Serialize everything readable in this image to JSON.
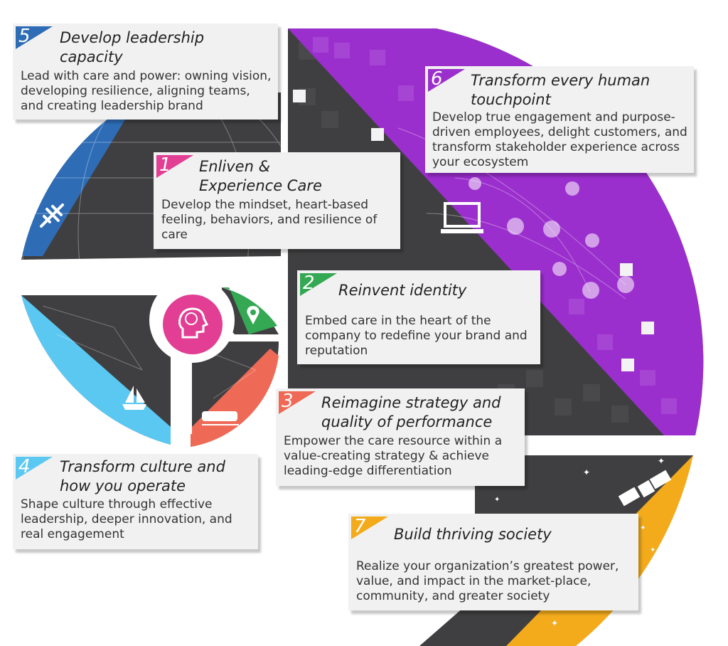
{
  "colors": {
    "blue": "#2e6db6",
    "magenta": "#e23e93",
    "green": "#34a853",
    "coral": "#ee6a57",
    "light_blue": "#5bc8f2",
    "purple": "#9b2fcd",
    "gold": "#f3ab1c",
    "dark": "#3f3f41"
  },
  "cards": [
    {
      "number": "5",
      "title": "Develop leadership capacity",
      "description": "Lead with care and power: owning vision, developing resilience, aligning teams, and creating leadership brand",
      "color": "#2e6db6"
    },
    {
      "number": "1",
      "title": "Enliven & Experience Care",
      "description": "Develop the mindset, heart-based feeling, behaviors, and resilience of care",
      "color": "#e23e93"
    },
    {
      "number": "6",
      "title": "Transform every human touchpoint",
      "description": "Develop true engagement and purpose-driven employees, delight customers, and transform stakeholder experience across your ecosystem",
      "color": "#9b2fcd"
    },
    {
      "number": "2",
      "title": "Reinvent identity",
      "description": "Embed care in the heart of the company to redefine your brand and reputation",
      "color": "#34a853"
    },
    {
      "number": "3",
      "title": "Reimagine strategy and quality of performance",
      "description": "Empower the care resource within a value-creating strategy & achieve leading-edge differentiation",
      "color": "#ee6a57"
    },
    {
      "number": "4",
      "title": "Transform culture and how you operate",
      "description": "Shape culture through effective leadership, deeper innovation, and real engagement",
      "color": "#5bc8f2"
    },
    {
      "number": "7",
      "title": "Build thriving society",
      "description": "Realize your organization’s greatest power, value, and impact in the market-place, community, and greater society",
      "color": "#f3ab1c"
    }
  ],
  "icons": {
    "center": "person-brain-icon",
    "pin": "location-pin-icon",
    "plane": "airplane-icon",
    "laptop": "laptop-icon",
    "ship": "sailing-ship-icon",
    "train": "train-icon",
    "satellite": "satellite-icon"
  }
}
